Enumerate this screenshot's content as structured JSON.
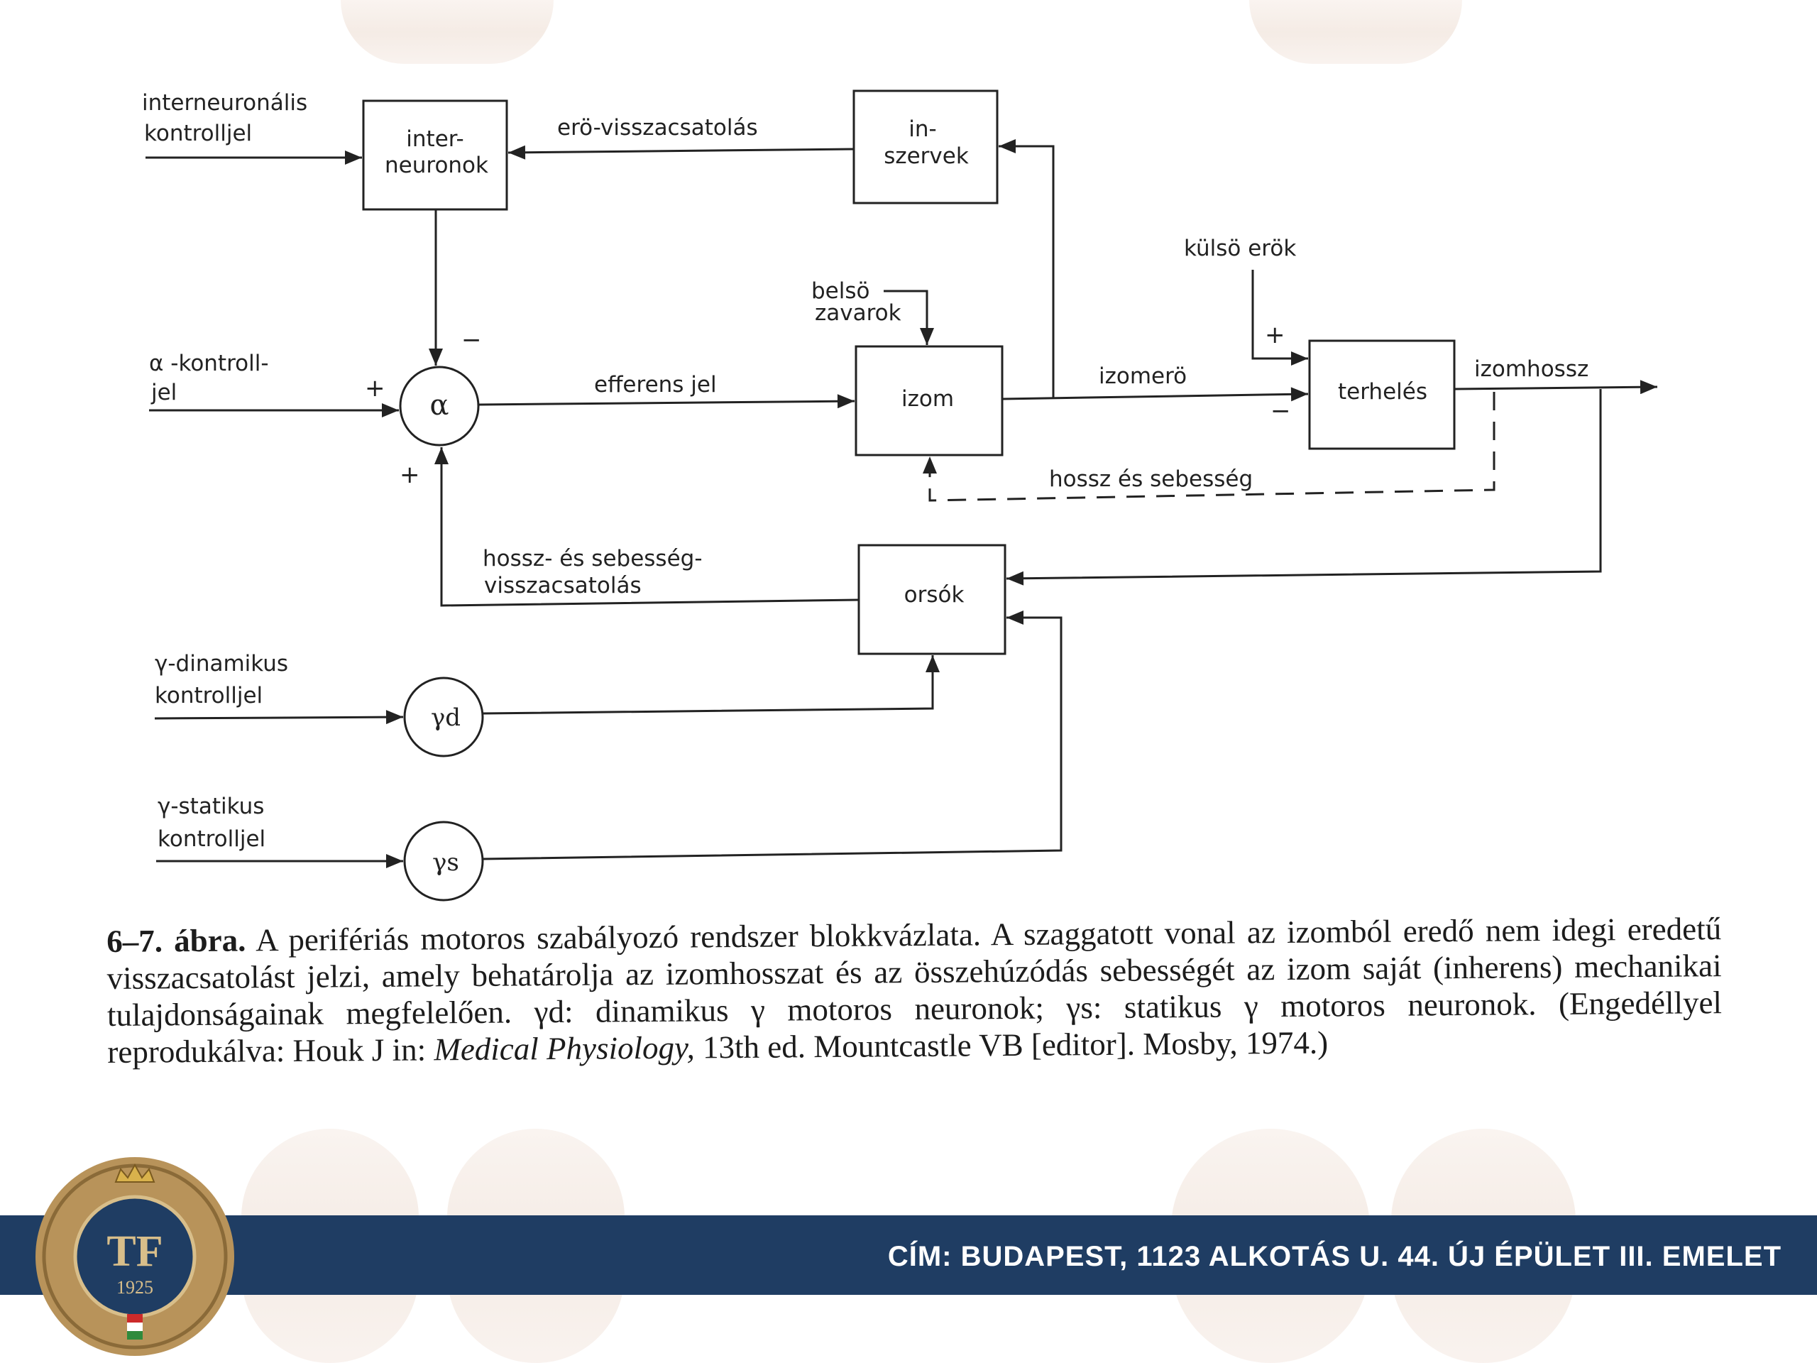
{
  "diagram": {
    "nodes": {
      "interneuronok": {
        "line1": "inter-",
        "line2": "neuronok"
      },
      "inszervek": {
        "line1": "in-",
        "line2": "szervek"
      },
      "izom": "izom",
      "terheles": "terhelés",
      "orsok": "orsók",
      "alpha": "α",
      "gamma_d": "γd",
      "gamma_s": "γs"
    },
    "labels": {
      "interneuronalis_line1": "interneuronális",
      "interneuronalis_line2": "kontrolljel",
      "ero_visszacsatolas": "erö-visszacsatolás",
      "kulso_erok": "külsö erök",
      "belso_line1": "belsö",
      "belso_line2": "zavarok",
      "alpha_kontroll_line1": "α -kontroll-",
      "alpha_kontroll_line2": "jel",
      "efferens_jel": "efferens jel",
      "izomero": "izomerö",
      "izomhossz": "izomhossz",
      "hossz_es_sebesseg": "hossz és sebesség",
      "hossz_feedback_line1": "hossz- és sebesség-",
      "hossz_feedback_line2": "visszacsatolás",
      "gamma_dinamikus_line1": "γ-dinamikus",
      "gamma_dinamikus_line2": "kontrolljel",
      "gamma_statikus_line1": "γ-statikus",
      "gamma_statikus_line2": "kontrolljel"
    },
    "signs": {
      "plus": "+",
      "minus": "−"
    }
  },
  "caption": {
    "label": "6–7. ábra.",
    "text": "A perifériás motoros szabályozó rendszer blokkvázlata. A szaggatott vonal az izomból eredő nem idegi eredetű visszacsatolást jelzi, amely behatárolja az izomhosszat és az összehúzódás sebességét az izom saját (inherens) mechanikai tulajdonságainak megfelelően. γd: dinamikus γ motoros neuronok; γs: statikus γ motoros neuronok. (Engedéllyel reprodukálva: Houk J in:",
    "italic": "Medical Physiology,",
    "tail": "13th ed. Mountcastle VB [editor]. Mosby, 1974.)"
  },
  "footer": {
    "address": "CÍM: BUDAPEST, 1123 ALKOTÁS U. 44. ÚJ ÉPÜLET III. EMELET"
  },
  "logo": {
    "monogram": "TF",
    "year": "1925"
  },
  "colors": {
    "band": "#1f3d63",
    "seal_gold": "#b8935a",
    "seal_blue": "#1f3d63"
  }
}
